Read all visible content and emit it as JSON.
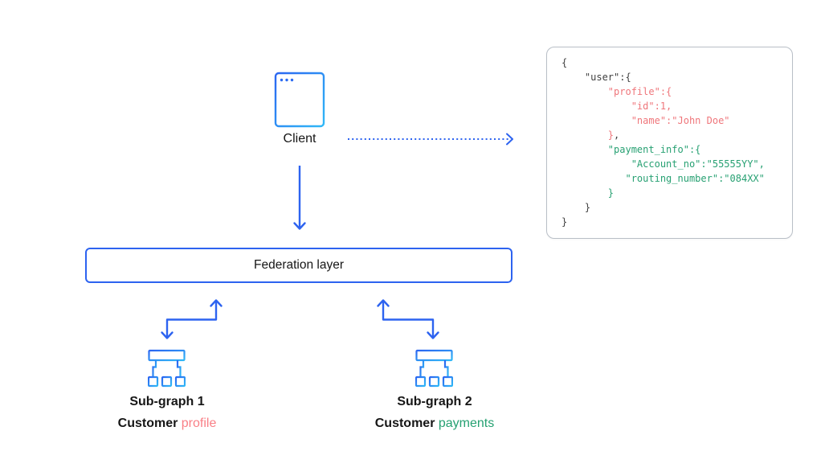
{
  "diagram": {
    "client": {
      "label": "Client"
    },
    "federation": {
      "label": "Federation layer"
    },
    "subgraph1": {
      "title": "Sub-graph 1",
      "caption_prefix": "Customer ",
      "caption_highlight": "profile",
      "caption_highlight_color": "#f97f86"
    },
    "subgraph2": {
      "title": "Sub-graph 2",
      "caption_prefix": "Customer ",
      "caption_highlight": "payments",
      "caption_highlight_color": "#26a172"
    }
  },
  "json_panel": {
    "lines": [
      {
        "segments": [
          {
            "t": "{",
            "c": "dark"
          }
        ]
      },
      {
        "segments": [
          {
            "t": "    \"user\":{",
            "c": "dark"
          }
        ]
      },
      {
        "segments": [
          {
            "t": "        \"profile\":{",
            "c": "red"
          }
        ]
      },
      {
        "segments": [
          {
            "t": "            \"id\":1,",
            "c": "red"
          }
        ]
      },
      {
        "segments": [
          {
            "t": "            \"name\":\"John Doe\"",
            "c": "red"
          }
        ]
      },
      {
        "segments": [
          {
            "t": "        }",
            "c": "red"
          },
          {
            "t": ",",
            "c": "dark"
          }
        ]
      },
      {
        "segments": [
          {
            "t": "        \"payment_info\":{",
            "c": "green"
          }
        ]
      },
      {
        "segments": [
          {
            "t": "            \"Account_no\":\"55555YY\",",
            "c": "green"
          }
        ]
      },
      {
        "segments": [
          {
            "t": "           \"routing_number\":\"084XX\"",
            "c": "green"
          }
        ]
      },
      {
        "segments": [
          {
            "t": "        }",
            "c": "green"
          }
        ]
      },
      {
        "segments": [
          {
            "t": "    }",
            "c": "dark"
          }
        ]
      },
      {
        "segments": [
          {
            "t": "}",
            "c": "dark"
          }
        ]
      }
    ]
  },
  "colors": {
    "accent_blue": "#2d63f0",
    "icon_gradient_start": "#2b66f1",
    "icon_gradient_end": "#30b8f7",
    "code_dark": "#3f3f3f",
    "code_red": "#ef767b",
    "code_green": "#28a173",
    "caption_red": "#f97f86",
    "caption_green": "#26a172",
    "text_dark": "#161616",
    "panel_border": "#b9bfc7"
  }
}
